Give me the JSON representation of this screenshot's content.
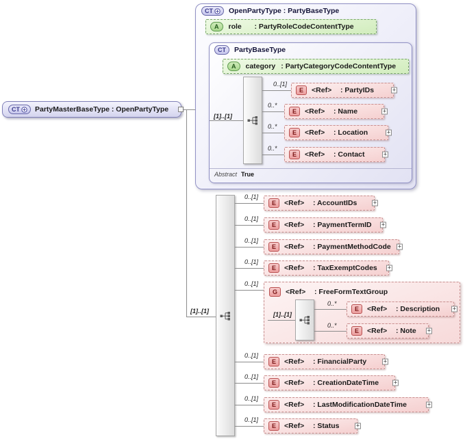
{
  "expand_button": "+",
  "root_element": {
    "badge": "CT",
    "label": "PartyMasterBaseType : OpenPartyType"
  },
  "open_party_type": {
    "badge": "CT",
    "title": "OpenPartyType : PartyBaseType",
    "role_attribute": {
      "badge": "A",
      "name": "role",
      "type": ": PartyRoleCodeContentType"
    },
    "party_base_type": {
      "badge": "CT",
      "title": "PartyBaseType",
      "category_attribute": {
        "badge": "A",
        "name": "category",
        "type": ": PartyCategoryCodeContentType"
      },
      "sequence_label": "[1]..[1]",
      "children": [
        {
          "cardinality": "0..[1]",
          "badge": "E",
          "ref": "<Ref>",
          "type": ": PartyIDs"
        },
        {
          "cardinality": "0..*",
          "badge": "E",
          "ref": "<Ref>",
          "type": ": Name"
        },
        {
          "cardinality": "0..*",
          "badge": "E",
          "ref": "<Ref>",
          "type": ": Location"
        },
        {
          "cardinality": "0..*",
          "badge": "E",
          "ref": "<Ref>",
          "type": ": Contact"
        }
      ],
      "abstract": {
        "label": "Abstract",
        "value": "True"
      }
    }
  },
  "main_sequence": {
    "label": "[1]..[1]",
    "children": [
      {
        "cardinality": "0..[1]",
        "badge": "E",
        "ref": "<Ref>",
        "type": ": AccountIDs"
      },
      {
        "cardinality": "0..[1]",
        "badge": "E",
        "ref": "<Ref>",
        "type": ": PaymentTermID"
      },
      {
        "cardinality": "0..[1]",
        "badge": "E",
        "ref": "<Ref>",
        "type": ": PaymentMethodCode"
      },
      {
        "cardinality": "0..[1]",
        "badge": "E",
        "ref": "<Ref>",
        "type": ": TaxExemptCodes"
      },
      {
        "cardinality": "0..[1]",
        "badge": "G",
        "ref": "<Ref>",
        "type": ": FreeFormTextGroup",
        "group_sequence": {
          "label": "[1]..[1]",
          "children": [
            {
              "cardinality": "0..*",
              "badge": "E",
              "ref": "<Ref>",
              "type": ": Description"
            },
            {
              "cardinality": "0..*",
              "badge": "E",
              "ref": "<Ref>",
              "type": ": Note"
            }
          ]
        }
      },
      {
        "cardinality": "0..[1]",
        "badge": "E",
        "ref": "<Ref>",
        "type": ": FinancialParty"
      },
      {
        "cardinality": "0..[1]",
        "badge": "E",
        "ref": "<Ref>",
        "type": ": CreationDateTime"
      },
      {
        "cardinality": "0..[1]",
        "badge": "E",
        "ref": "<Ref>",
        "type": ": LastModificationDateTime"
      },
      {
        "cardinality": "0..[1]",
        "badge": "E",
        "ref": "<Ref>",
        "type": ": Status"
      }
    ]
  }
}
